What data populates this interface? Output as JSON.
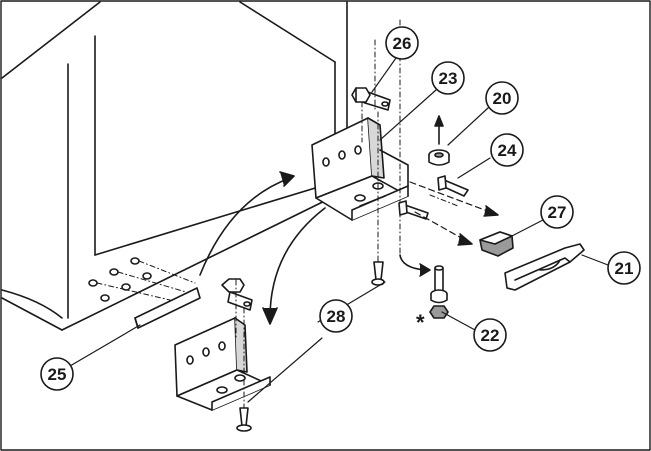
{
  "figure": {
    "callouts": [
      {
        "id": "c20",
        "label": "20"
      },
      {
        "id": "c21",
        "label": "21"
      },
      {
        "id": "c22",
        "label": "22"
      },
      {
        "id": "c23",
        "label": "23"
      },
      {
        "id": "c24",
        "label": "24"
      },
      {
        "id": "c25",
        "label": "25"
      },
      {
        "id": "c26",
        "label": "26"
      },
      {
        "id": "c27",
        "label": "27"
      },
      {
        "id": "c28",
        "label": "28"
      }
    ],
    "star_mark": "*"
  },
  "colors": {
    "line": "#1a1a1a",
    "part_fill": "#ffffff",
    "shade": "#9a9a9a",
    "bubble_fill": "#ffffff"
  }
}
